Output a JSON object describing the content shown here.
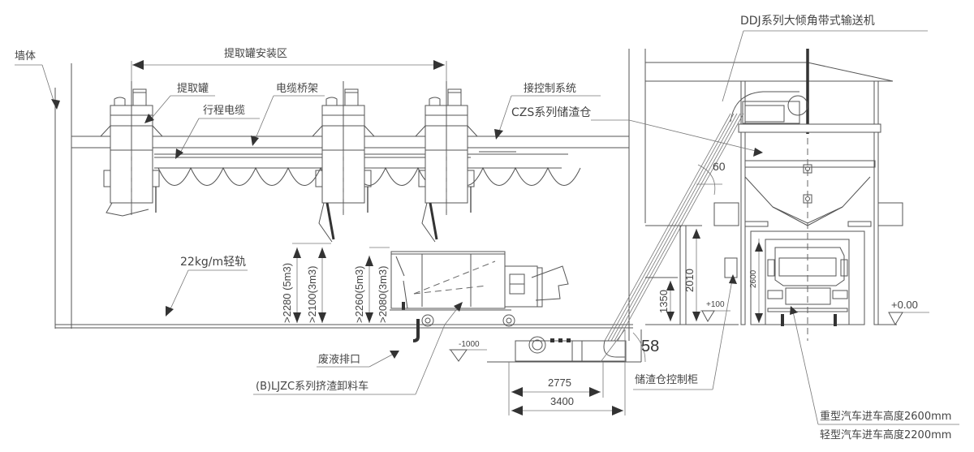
{
  "title": "提取罐与储渣仓输送系统布置示意图",
  "labels": {
    "wall": "墙体",
    "install_zone": "提取罐安装区",
    "extraction_tank": "提取罐",
    "cable_tray": "电缆桥架",
    "travel_cable": "行程电缆",
    "to_control_system": "接控制系统",
    "storage_bin": "CZS系列储渣仓",
    "conveyor": "DDJ系列大倾角带式输送机",
    "rail": "22kg/m轻轨",
    "waste_outlet": "废液排口",
    "unloading_cart": "(B)LJZC系列挤渣卸料车",
    "bin_control_cabinet": "储渣仓控制柜",
    "heavy_truck": "重型汽车进车高度2600mm",
    "light_truck": "轻型汽车进车高度2200mm"
  },
  "dimensions": {
    "clearance_5m3_tank": ">2280 (5m3)",
    "clearance_3m3_tank": ">2100(3m3)",
    "cart_5m3": ">2260(5m3)",
    "cart_3m3": ">2080(3m3)",
    "conveyor_h1": "1350",
    "conveyor_h2": "2010",
    "truck_height": "2600",
    "horiz_2775": "2775",
    "horiz_3400": "3400"
  },
  "elevations": {
    "pit": "-1000",
    "platform": "+100",
    "ground": "+0.00"
  },
  "angles": {
    "bin_angle": "60",
    "conveyor_angle": "58"
  }
}
